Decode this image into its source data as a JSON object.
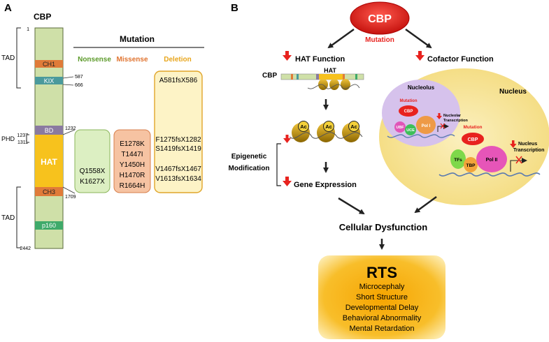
{
  "panel_a": {
    "label": "A",
    "protein": "CBP",
    "residues": {
      "start": "1",
      "r587": "587",
      "r666": "666",
      "r1232": "1232",
      "r1237": "1237",
      "r1311": "1311",
      "r1709": "1709",
      "end": "2442"
    },
    "domains": {
      "ch1": "CH1",
      "kix": "KIX",
      "bd": "BD",
      "hat": "HAT",
      "ch3": "CH3",
      "p160": "p160"
    },
    "regions": {
      "tad_top": "TAD",
      "phd": "PHD",
      "tad_bottom": "TAD"
    },
    "mutation_header": "Mutation",
    "nonsense": {
      "title": "Nonsense",
      "items": [
        "Q1558X",
        "K1627X"
      ]
    },
    "missense": {
      "title": "Missense",
      "items": [
        "E1278K",
        "T1447I",
        "Y1450H",
        "H1470R",
        "R1664H"
      ]
    },
    "deletion": {
      "title": "Deletion",
      "items": [
        "A581fsX586",
        "F1275fsX1282",
        "S1419fsX1419",
        "V1467fsX1467",
        "V1613fsX1634"
      ]
    }
  },
  "panel_b": {
    "label": "B",
    "cbp": "CBP",
    "mutation": "Mutation",
    "hat_function": "HAT Function",
    "cofactor_function": "Cofactor Function",
    "gene_cbp": "CBP",
    "gene_hat": "HAT",
    "acetyl": "Ac",
    "epigenetic_1": "Epigenetic",
    "epigenetic_2": "Modification",
    "gene_expression": "Gene Expression",
    "nucleus": "Nucleus",
    "nucleolus": "Nucleolus",
    "nucleolus_labels": {
      "mutation": "Mutation",
      "cbp": "CBP",
      "ubf": "UBF",
      "uce": "UCE",
      "pol1": "Pol I",
      "transcription_1": "Nucleolar",
      "transcription_2": "Transcription"
    },
    "nucleus_labels": {
      "mutation": "Mutation",
      "cbp": "CBP",
      "tfs": "TFs",
      "tbp": "TBP",
      "pol2": "Pol II",
      "transcription_1": "Nucleus",
      "transcription_2": "Transcription"
    },
    "cellular_dysfunction": "Cellular Dysfunction",
    "rts": {
      "title": "RTS",
      "items": [
        "Microcephaly",
        "Short Structure",
        "Developmental Delay",
        "Behavioral Abnormality",
        "Mental Retardation"
      ]
    }
  },
  "colors": {
    "bar": "#cfe0a8",
    "ch": "#e07b39",
    "kix": "#4a9a9c",
    "bd": "#8a7aa0",
    "hat": "#f7c21d",
    "p160": "#3faa6a",
    "nonsense": "#5c9a2a",
    "missense": "#e0732f",
    "deletion": "#e8a51b",
    "red": "#e8221e",
    "nucleus": "#f8e8a6",
    "nucleolus": "#d6c2ec",
    "rts": "#f7b81c"
  }
}
